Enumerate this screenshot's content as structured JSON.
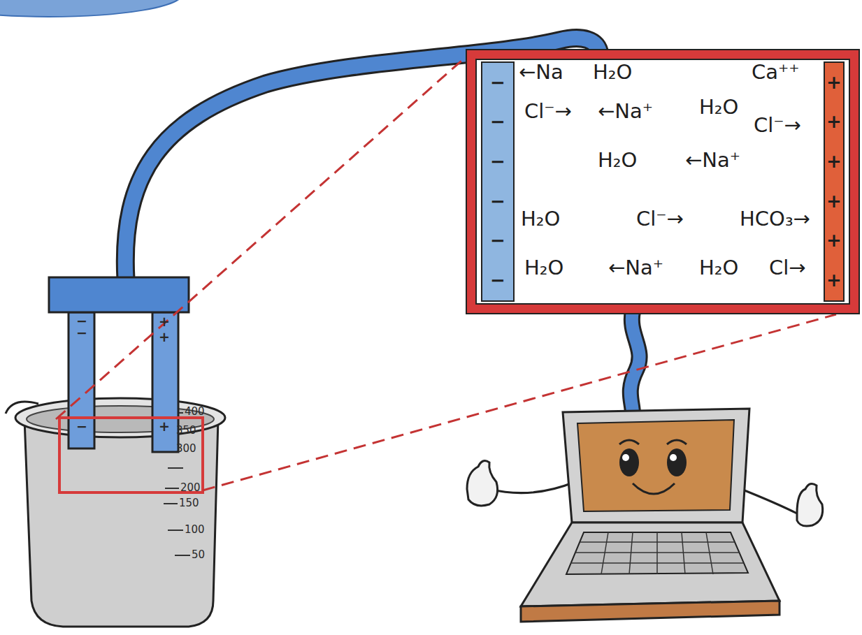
{
  "diagram": {
    "nodes": [
      {
        "text": [
          "←Na",
          "H₂O",
          "Ca⁺⁺",
          "Cl⁻→",
          "←Na⁺",
          "H₂O",
          "Cl⁻→",
          "H₂O",
          "←Na⁺",
          "H₂O",
          "Cl⁻→",
          "HCO₃→",
          "H₂O",
          "←Na⁺",
          "H₂O",
          "Cl→"
        ]
      },
      {
        "text": [
          "−",
          "−",
          "−",
          "−",
          "−",
          "−"
        ],
        "in": 0
      },
      {
        "text": [
          "+",
          "+",
          "+",
          "+",
          "+",
          "+"
        ],
        "in": 0
      }
    ],
    "labels": [
      "400",
      "350",
      "300",
      "200",
      "150",
      "100",
      "50",
      "−",
      "−",
      "−",
      "+",
      "+",
      "+"
    ]
  }
}
